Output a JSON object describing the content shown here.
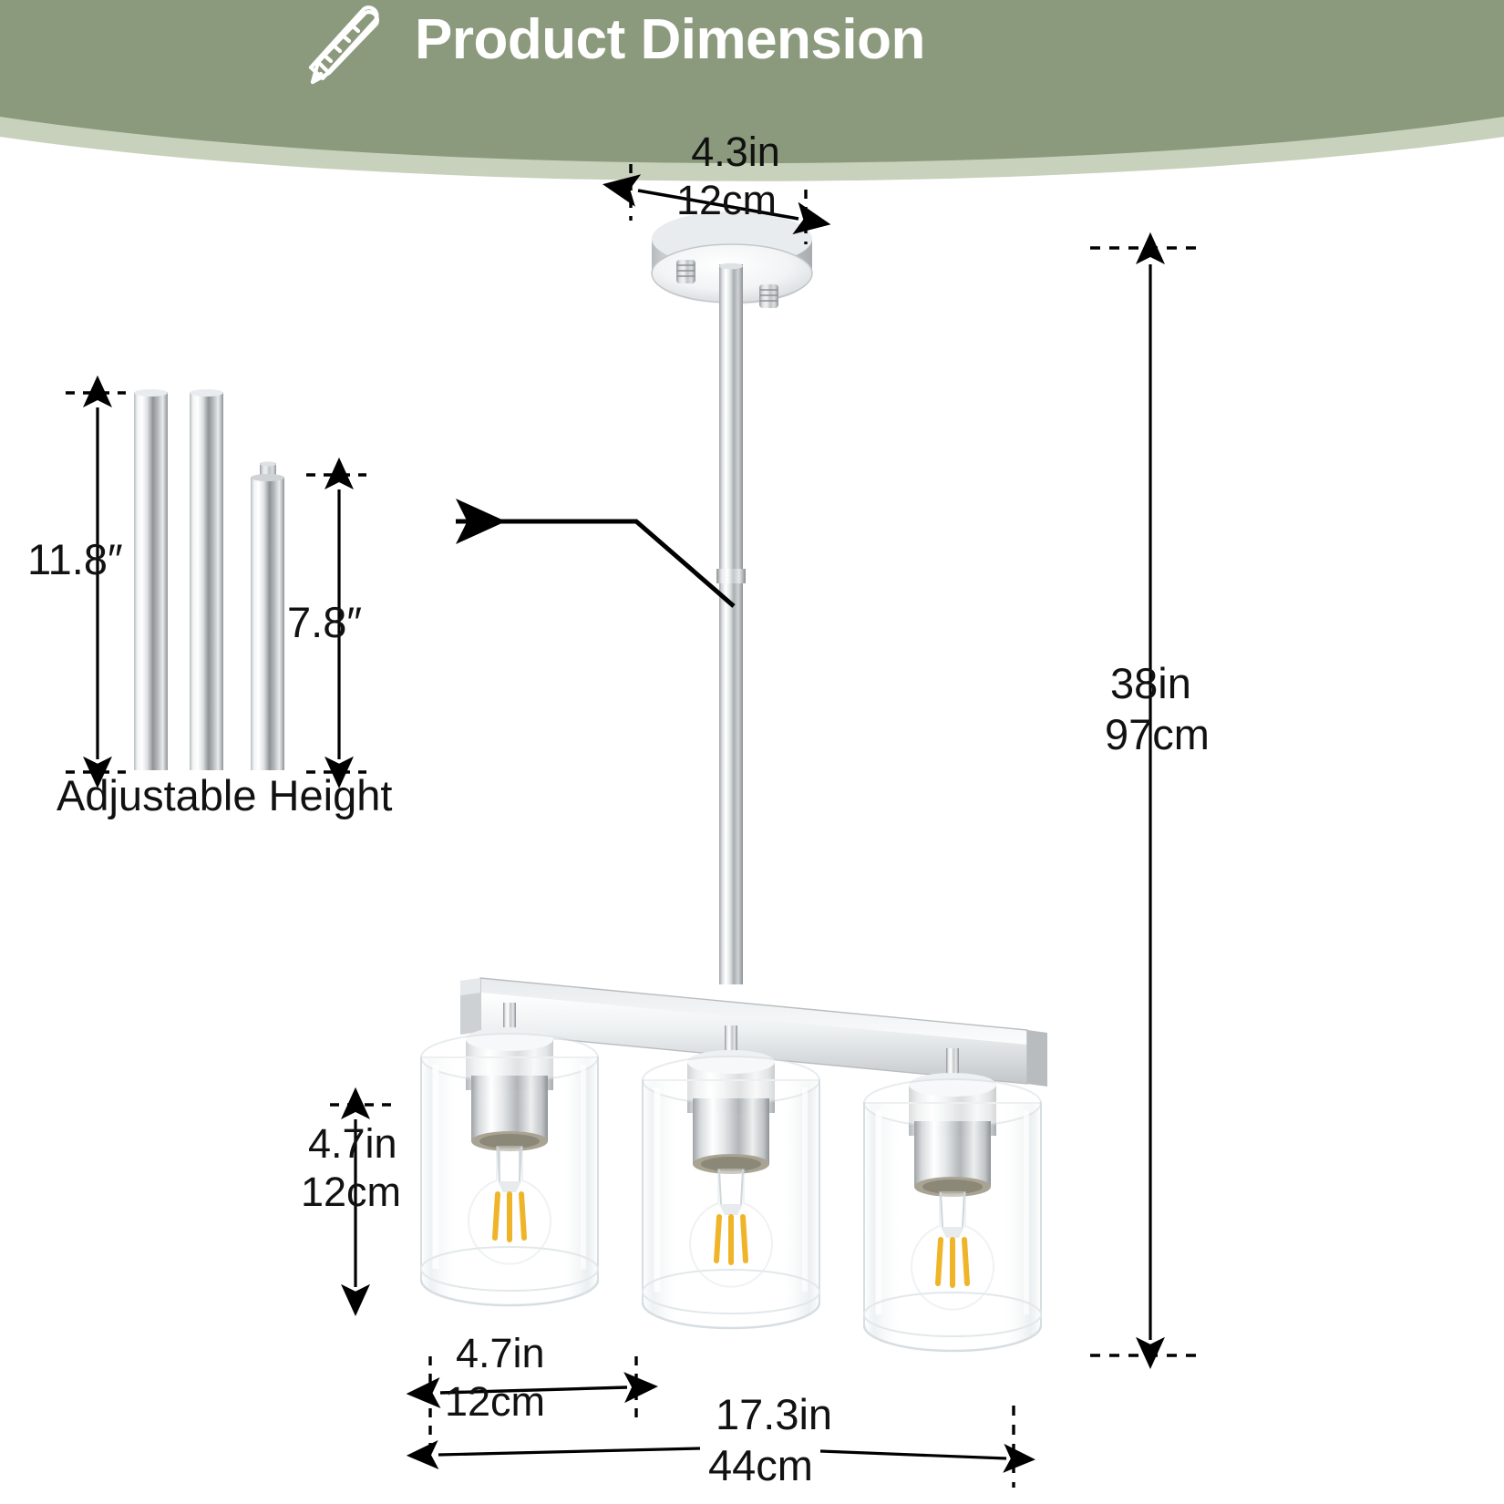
{
  "header": {
    "title": "Product Dimension",
    "icon": "ruler-pencil-icon",
    "band_color": "#8b9a7c",
    "band_accent_color": "#c8d1bb"
  },
  "dimensions": {
    "canopy_diameter": {
      "imperial": "4.3in",
      "metric": "12cm"
    },
    "total_height": {
      "imperial": "38in",
      "metric": "97cm"
    },
    "shade_height": {
      "imperial": "4.7in",
      "metric": "12cm"
    },
    "shade_width": {
      "imperial": "4.7in",
      "metric": "12cm"
    },
    "overall_width": {
      "imperial": "17.3in",
      "metric": "44cm"
    },
    "rod_long": "11.8″",
    "rod_short": "7.8″"
  },
  "labels": {
    "adjustable_height": "Adjustable Height"
  },
  "product": {
    "finish_color": "#c9ccce",
    "glass_color": "#f4f7f8",
    "filament_color": "#f0b429",
    "shade_count": 3
  }
}
